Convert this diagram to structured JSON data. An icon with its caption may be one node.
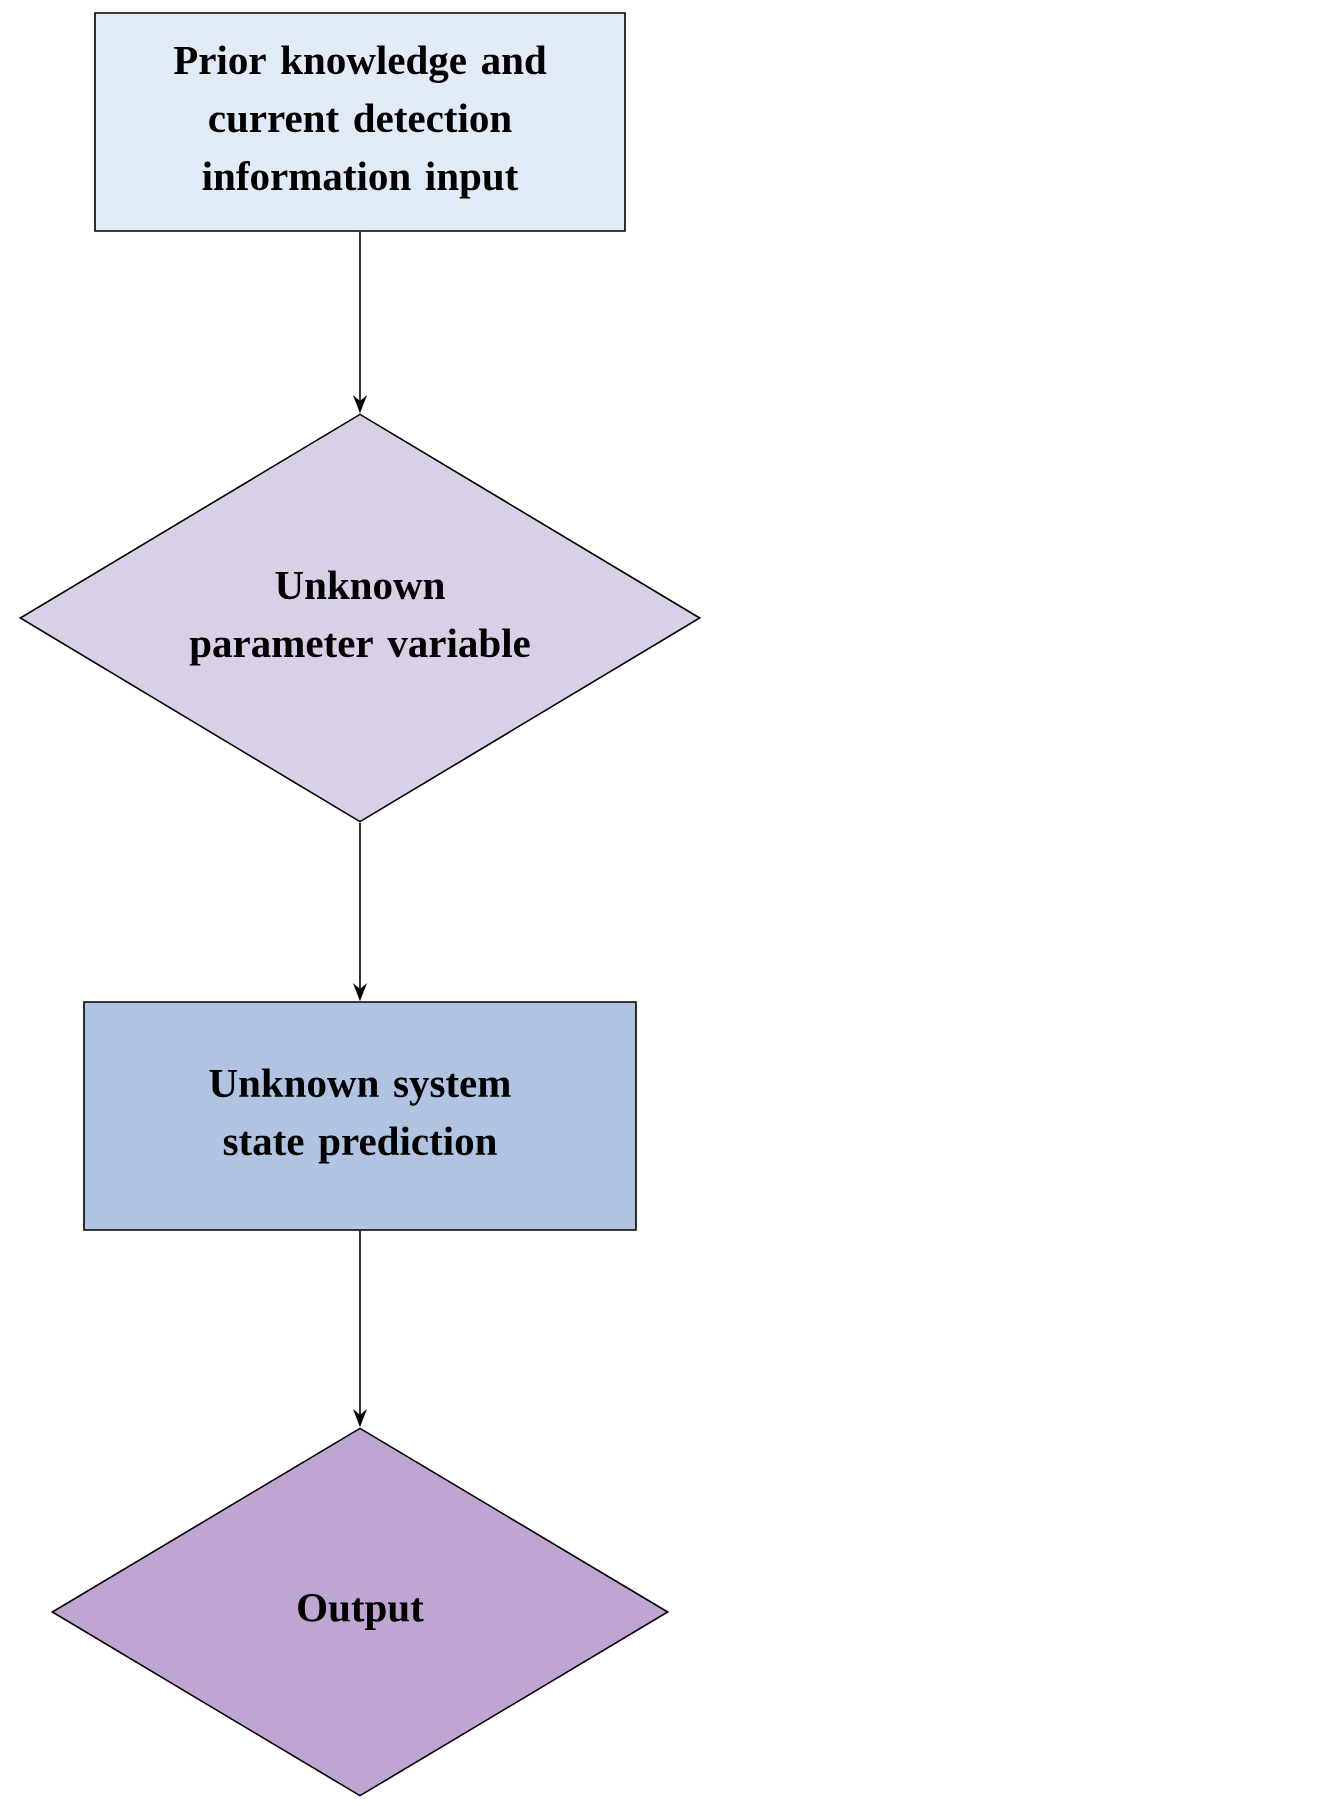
{
  "diagram": {
    "nodes": [
      {
        "text": [
          "Prior knowledge and current detection information input"
        ]
      },
      {
        "text": [
          "Unknown parameter variable"
        ]
      },
      {
        "text": [
          "Unknown system state prediction"
        ]
      },
      {
        "text": [
          "Output"
        ]
      }
    ],
    "edges": [
      {
        "from": 0,
        "to": 1,
        "arrow": "to"
      },
      {
        "from": 1,
        "to": 2,
        "arrow": "to"
      },
      {
        "from": 2,
        "to": 3,
        "arrow": "to"
      }
    ]
  }
}
